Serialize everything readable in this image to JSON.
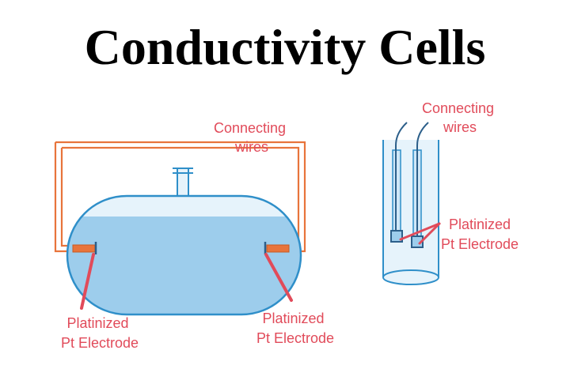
{
  "title": "Conductivity Cells",
  "left_cell": {
    "wires_label": [
      "Connecting",
      "wires"
    ],
    "left_electrode_label": [
      "Platinized",
      "Pt Electrode"
    ],
    "right_electrode_label": [
      "Platinized",
      "Pt Electrode"
    ]
  },
  "right_cell": {
    "wires_label": [
      "Connecting",
      "wires"
    ],
    "electrode_label": [
      "Platinized",
      "Pt Electrode"
    ]
  },
  "colors": {
    "wire": "#e8743b",
    "label": "#e14b5a",
    "vessel_outline": "#2f8fc9",
    "solution": "#9dcdec",
    "vessel_fill": "#e6f3fb",
    "wire_dark": "#2c5f8a"
  }
}
